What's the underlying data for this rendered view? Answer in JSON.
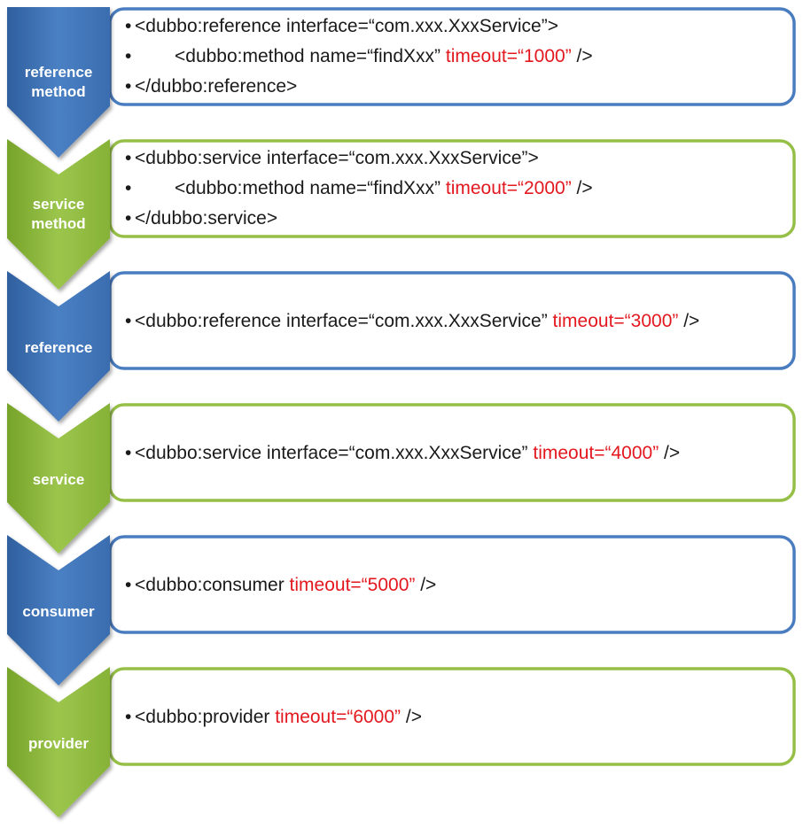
{
  "colors": {
    "blue": "#3e72b6",
    "blue_light": "#5a8fcf",
    "blue_border": "#4a7cc0",
    "green": "#86b237",
    "green_light": "#a3c95a",
    "green_border": "#96bf48",
    "keyword_red": "#e3181f",
    "text": "#1a1a1a"
  },
  "rows": [
    {
      "theme": "blue",
      "label_lines": [
        "reference",
        "method"
      ],
      "lines": [
        {
          "bullet": true,
          "indent": false,
          "segments": [
            {
              "t": "<dubbo:reference interface=“com.xxx.XxxService”>"
            }
          ]
        },
        {
          "bullet": true,
          "indent": true,
          "segments": [
            {
              "t": "<dubbo:method name=“findXxx” "
            },
            {
              "t": "timeout=“1000”",
              "red": true
            },
            {
              "t": " />"
            }
          ]
        },
        {
          "bullet": true,
          "indent": false,
          "segments": [
            {
              "t": "</dubbo:reference>"
            }
          ]
        }
      ]
    },
    {
      "theme": "green",
      "label_lines": [
        "service",
        "method"
      ],
      "lines": [
        {
          "bullet": true,
          "indent": false,
          "segments": [
            {
              "t": "<dubbo:service interface=“com.xxx.XxxService”>"
            }
          ]
        },
        {
          "bullet": true,
          "indent": true,
          "segments": [
            {
              "t": "<dubbo:method name=“findXxx” "
            },
            {
              "t": "timeout=“2000”",
              "red": true
            },
            {
              "t": " />"
            }
          ]
        },
        {
          "bullet": true,
          "indent": false,
          "segments": [
            {
              "t": "</dubbo:service>"
            }
          ]
        }
      ]
    },
    {
      "theme": "blue",
      "label_lines": [
        "reference"
      ],
      "lines": [
        {
          "bullet": true,
          "indent": false,
          "segments": [
            {
              "t": "<dubbo:reference interface=“com.xxx.XxxService” "
            },
            {
              "t": "timeout=“3000”",
              "red": true
            },
            {
              "t": " />"
            }
          ]
        }
      ]
    },
    {
      "theme": "green",
      "label_lines": [
        "service"
      ],
      "lines": [
        {
          "bullet": true,
          "indent": false,
          "segments": [
            {
              "t": "<dubbo:service interface=“com.xxx.XxxService” "
            },
            {
              "t": "timeout=“4000”",
              "red": true
            },
            {
              "t": " />"
            }
          ]
        }
      ]
    },
    {
      "theme": "blue",
      "label_lines": [
        "consumer"
      ],
      "lines": [
        {
          "bullet": true,
          "indent": false,
          "segments": [
            {
              "t": "<dubbo:consumer "
            },
            {
              "t": "timeout=“5000”",
              "red": true
            },
            {
              "t": " />"
            }
          ]
        }
      ]
    },
    {
      "theme": "green",
      "label_lines": [
        "provider"
      ],
      "lines": [
        {
          "bullet": true,
          "indent": false,
          "segments": [
            {
              "t": "<dubbo:provider "
            },
            {
              "t": "timeout=“6000”",
              "red": true
            },
            {
              "t": " />"
            }
          ]
        }
      ]
    }
  ]
}
